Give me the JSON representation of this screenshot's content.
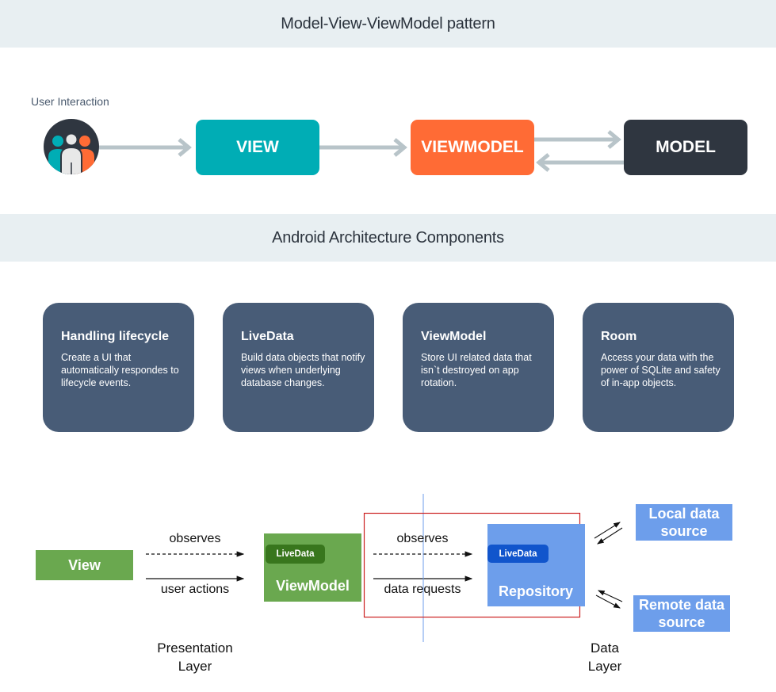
{
  "sections": {
    "mvvm_title": "Model-View-ViewModel pattern",
    "components_title": "Android Architecture Components"
  },
  "mvvm": {
    "user_label": "User Interaction",
    "view": "VIEW",
    "viewmodel": "VIEWMODEL",
    "model": "MODEL",
    "colors": {
      "view": "#00adb5",
      "viewmodel": "#ff6b35",
      "model": "#2f3640",
      "arrow": "#b8c4c9"
    }
  },
  "cards": [
    {
      "title": "Handling lifecycle",
      "text": "Create a UI that automatically respondes to lifecycle events."
    },
    {
      "title": "LiveData",
      "text": "Build data objects that notify views when underlying database changes."
    },
    {
      "title": "ViewModel",
      "text": "Store UI related data that isn`t destroyed on app rotation."
    },
    {
      "title": "Room",
      "text": "Access your data with the power of SQLite and safety of in-app objects."
    }
  ],
  "flow": {
    "view": "View",
    "observes_1": "observes",
    "user_actions": "user actions",
    "viewmodel_livedata": "LiveData",
    "viewmodel": "ViewModel",
    "observes_2": "observes",
    "data_requests": "data requests",
    "repository_livedata": "LiveData",
    "repository": "Repository",
    "local_source": "Local data source",
    "remote_source": "Remote data source",
    "presentation_layer": "Presentation Layer",
    "data_layer": "Data Layer"
  }
}
